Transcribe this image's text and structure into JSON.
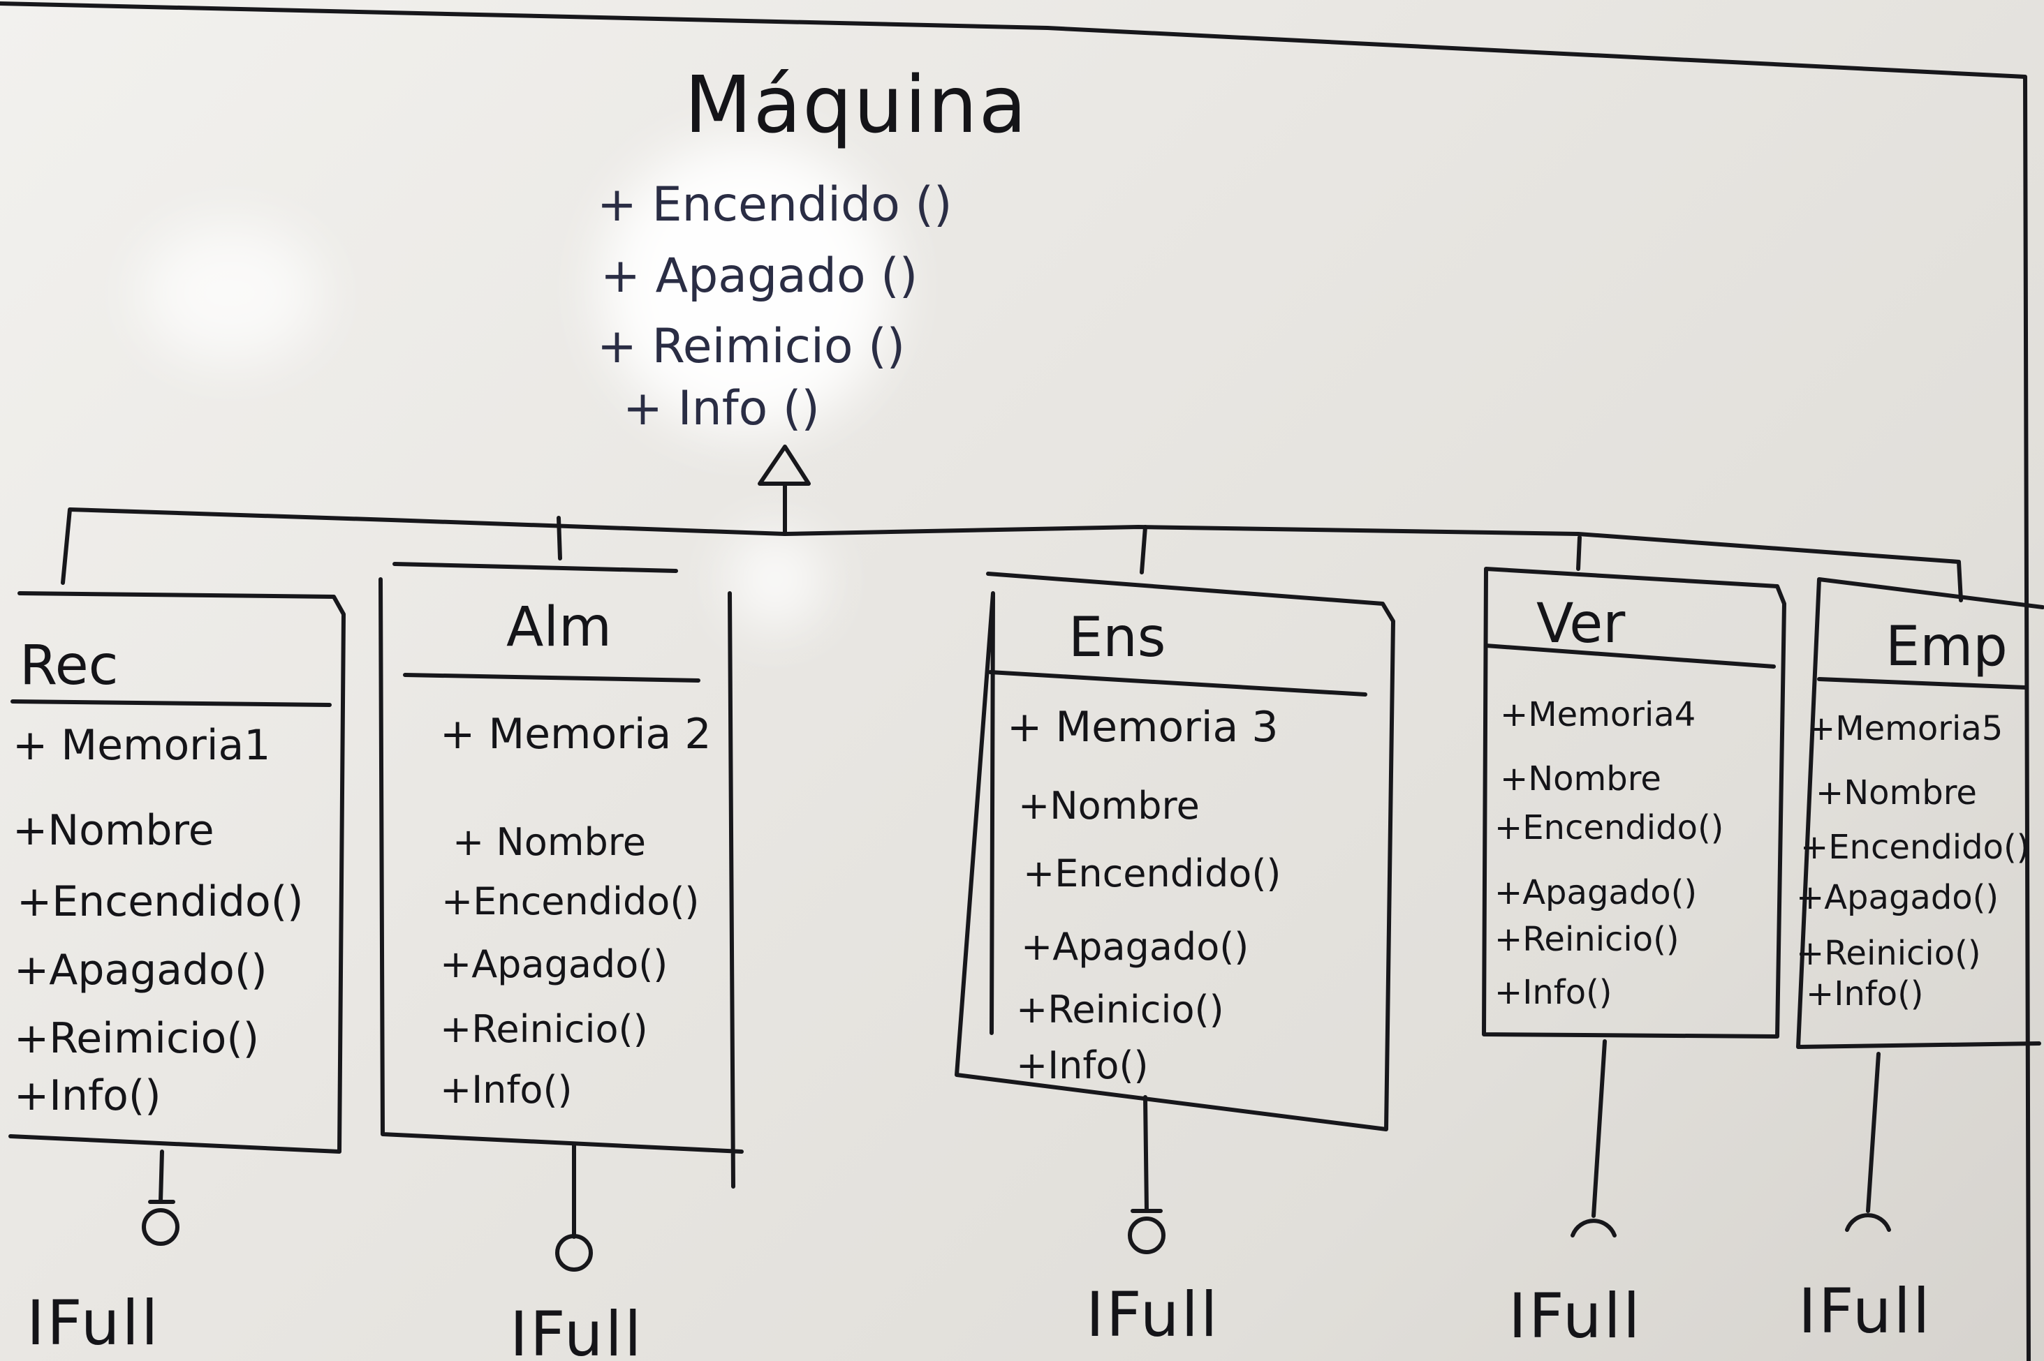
{
  "superclass": {
    "name": "Máquina",
    "methods": [
      "+ Encendido ()",
      "+ Apagado ()",
      "+ Reimicio ()",
      "+ Info ()"
    ]
  },
  "classes": [
    {
      "name": "Rec",
      "members": [
        "+ Memoria1",
        "+Nombre",
        "+Encendido()",
        "+Apagado()",
        "+Reimicio()",
        "+Info()"
      ]
    },
    {
      "name": "Alm",
      "members": [
        "+ Memoria 2",
        "+ Nombre",
        "+Encendido()",
        "+Apagado()",
        "+Reinicio()",
        "+Info()"
      ]
    },
    {
      "name": "Ens",
      "members": [
        "+ Memoria 3",
        "+Nombre",
        "+Encendido()",
        "+Apagado()",
        "+Reinicio()",
        "+Info()"
      ]
    },
    {
      "name": "Ver",
      "members": [
        "+Memoria4",
        "+Nombre",
        "+Encendido()",
        "+Apagado()",
        "+Reinicio()",
        "+Info()"
      ]
    },
    {
      "name": "Emp",
      "members": [
        "+Memoria5",
        "+Nombre",
        "+Encendido()",
        "+Apagado()",
        "+Reinicio()",
        "+Info()"
      ]
    }
  ],
  "interfaces": [
    "IFull",
    "IFull",
    "IFull",
    "IFull",
    "IFull"
  ],
  "colors": {
    "ink": "#141418",
    "board": "#eeede9"
  }
}
